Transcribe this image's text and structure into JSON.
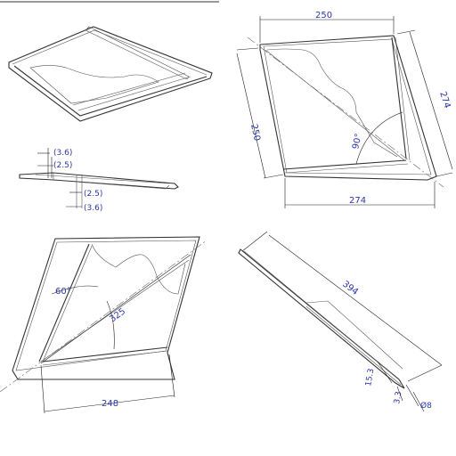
{
  "views": {
    "top_right": {
      "dim_top": "250",
      "dim_left": "250",
      "dim_right": "274",
      "dim_bottom": "274",
      "angle": "90°"
    },
    "side_profile": {
      "upper_dim_1": "(3.6)",
      "upper_dim_2": "(2.5)",
      "lower_dim_1": "(2.5)",
      "lower_dim_2": "(3.6)"
    },
    "bottom_left": {
      "angle": "60°",
      "diag_dim": "325",
      "dim_bottom": "248"
    },
    "bottom_right": {
      "length_dim": "394",
      "dim_a": "15.3",
      "dim_b": "3.3",
      "dim_c": "Ø8"
    }
  }
}
